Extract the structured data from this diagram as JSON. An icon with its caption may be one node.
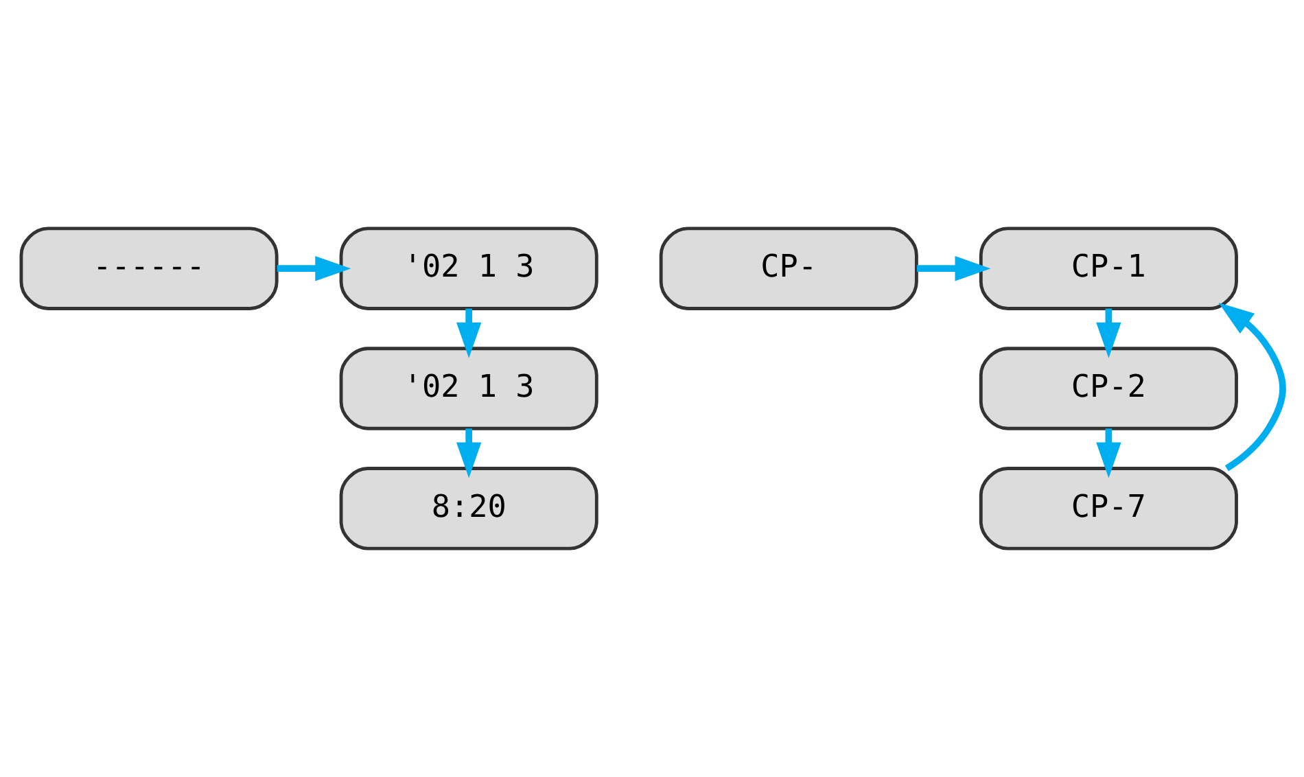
{
  "diagram": {
    "nodes": [
      {
        "text": [
          "------"
        ]
      },
      {
        "text": [
          "'02 1 3"
        ]
      },
      {
        "text": [
          "'02 1 3"
        ]
      },
      {
        "text": [
          "8:20"
        ]
      },
      {
        "text": [
          "CP-"
        ]
      },
      {
        "text": [
          "CP-1"
        ]
      },
      {
        "text": [
          "CP-2"
        ]
      },
      {
        "text": [
          "CP-7"
        ]
      }
    ],
    "edges": [
      {
        "from": 0,
        "to": 1,
        "arrow": "to"
      },
      {
        "from": 1,
        "to": 2,
        "arrow": "to"
      },
      {
        "from": 2,
        "to": 3,
        "arrow": "to"
      },
      {
        "from": 4,
        "to": 5,
        "arrow": "to"
      },
      {
        "from": 5,
        "to": 6,
        "arrow": "to"
      },
      {
        "from": 6,
        "to": 7,
        "arrow": "to"
      },
      {
        "from": 7,
        "to": 5,
        "arrow": "to"
      }
    ]
  }
}
